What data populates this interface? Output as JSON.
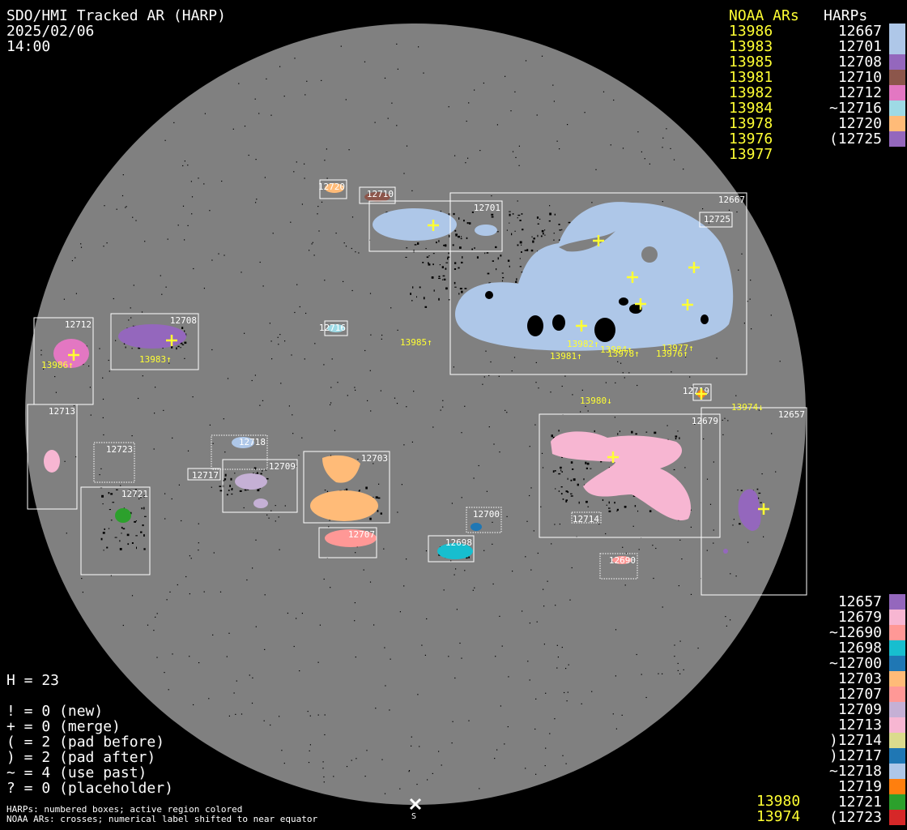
{
  "header": {
    "title": "SDO/HMI Tracked AR (HARP)",
    "date": "2025/02/06",
    "time": "14:00"
  },
  "top_legend": {
    "noaa_heading": "NOAA ARs",
    "harp_heading": "HARPs",
    "noaa": [
      "13986",
      "13983",
      "13985",
      "13981",
      "13982",
      "13984",
      "13978",
      "13976",
      "13977"
    ],
    "harps": [
      {
        "label": "12667",
        "color": "#aec7e8"
      },
      {
        "label": "12701",
        "color": "#aec7e8"
      },
      {
        "label": "12708",
        "color": "#9467bd"
      },
      {
        "label": "12710",
        "color": "#8c564b"
      },
      {
        "label": "12712",
        "color": "#e377c2"
      },
      {
        "label": "~12716",
        "color": "#9edae5"
      },
      {
        "label": "12720",
        "color": "#ffbb78"
      },
      {
        "label": "(12725",
        "color": "#9467bd"
      }
    ]
  },
  "bottom_legend": {
    "harps": [
      {
        "label": "12657",
        "color": "#9467bd"
      },
      {
        "label": "12679",
        "color": "#f7b6d2"
      },
      {
        "label": "~12690",
        "color": "#ff9896"
      },
      {
        "label": "12698",
        "color": "#17becf"
      },
      {
        "label": "~12700",
        "color": "#1f77b4"
      },
      {
        "label": "12703",
        "color": "#ffbb78"
      },
      {
        "label": "12707",
        "color": "#ff9896"
      },
      {
        "label": "12709",
        "color": "#c5b0d5"
      },
      {
        "label": "12713",
        "color": "#f7b6d2"
      },
      {
        "label": ")12714",
        "color": "#dbdb8d"
      },
      {
        "label": ")12717",
        "color": "#1f77b4"
      },
      {
        "label": "~12718",
        "color": "#aec7e8"
      },
      {
        "label": "12719",
        "color": "#ff7f0e"
      },
      {
        "label": "12721",
        "color": "#2ca02c"
      },
      {
        "label": "(12723",
        "color": "#d62728"
      }
    ],
    "noaa": [
      "13980",
      "13974"
    ]
  },
  "stats": {
    "h": "H = 23",
    "lines": [
      "! = 0 (new)",
      "+ = 0 (merge)",
      "( = 2 (pad before)",
      ") = 2 (pad after)",
      "~ = 4 (use past)",
      "? = 0 (placeholder)"
    ]
  },
  "footer": {
    "line1": "HARPs: numbered boxes; active region colored",
    "line2": "NOAA ARs: crosses; numerical label shifted to near equator",
    "south": "S"
  },
  "colors": {
    "disk": "#808080",
    "noaa": "#ffff33",
    "box": "#ffffff"
  },
  "harp_boxes": [
    {
      "label": "12667",
      "color": "#aec7e8",
      "dotted": false
    },
    {
      "label": "12701",
      "color": "#aec7e8",
      "dotted": false
    },
    {
      "label": "12710",
      "color": "#8c564b",
      "dotted": false
    },
    {
      "label": "12720",
      "color": "#ffbb78",
      "dotted": false
    },
    {
      "label": "12725",
      "color": "#9467bd",
      "dotted": false
    },
    {
      "label": "12712",
      "color": "#e377c2",
      "dotted": false
    },
    {
      "label": "12708",
      "color": "#9467bd",
      "dotted": false
    },
    {
      "label": "12716",
      "color": "#9edae5",
      "dotted": false
    },
    {
      "label": "12713",
      "color": "#f7b6d2",
      "dotted": false
    },
    {
      "label": "12723",
      "color": "#d62728",
      "dotted": true
    },
    {
      "label": "12721",
      "color": "#2ca02c",
      "dotted": false
    },
    {
      "label": "12718",
      "color": "#aec7e8",
      "dotted": true
    },
    {
      "label": "12717",
      "color": "#1f77b4",
      "dotted": false
    },
    {
      "label": "12709",
      "color": "#c5b0d5",
      "dotted": false
    },
    {
      "label": "12703",
      "color": "#ffbb78",
      "dotted": false
    },
    {
      "label": "12707",
      "color": "#ff9896",
      "dotted": false
    },
    {
      "label": "12700",
      "color": "#1f77b4",
      "dotted": true
    },
    {
      "label": "12698",
      "color": "#17becf",
      "dotted": false
    },
    {
      "label": "12719",
      "color": "#ff7f0e",
      "dotted": false
    },
    {
      "label": "12679",
      "color": "#f7b6d2",
      "dotted": false
    },
    {
      "label": "12714",
      "color": "#dbdb8d",
      "dotted": true
    },
    {
      "label": "12657",
      "color": "#9467bd",
      "dotted": false
    },
    {
      "label": "12690",
      "color": "#ff9896",
      "dotted": true
    }
  ],
  "noaa_labels": [
    "13986↑",
    "13983↑",
    "13985↑",
    "13982↑",
    "13984↑",
    "13978↑",
    "13981↑",
    "13977↑",
    "13976↑",
    "13980↓",
    "13974↓"
  ]
}
